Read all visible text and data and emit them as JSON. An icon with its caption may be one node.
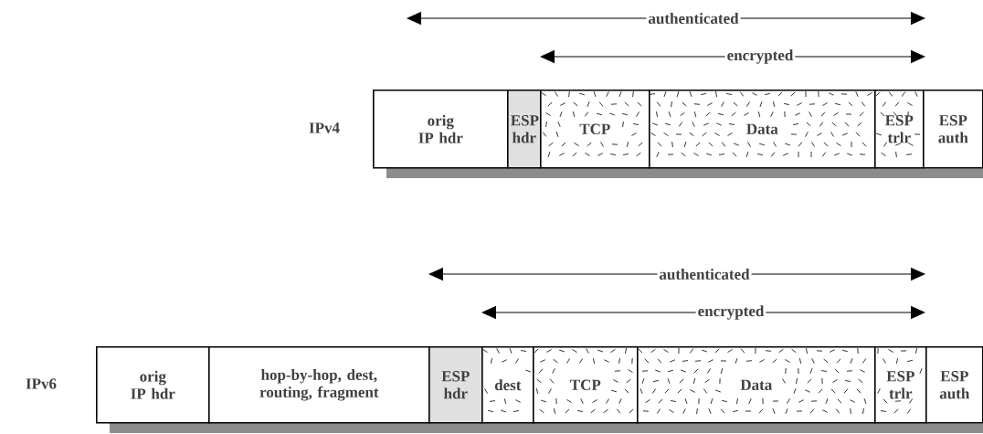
{
  "diagram": {
    "nodes": [
      {
        "text": [
          "orig IP hdr"
        ]
      },
      {
        "text": [
          "ESP hdr"
        ]
      },
      {
        "text": [
          "TCP"
        ]
      },
      {
        "text": [
          "Data"
        ]
      },
      {
        "text": [
          "ESP trlr"
        ]
      },
      {
        "text": [
          "ESP auth"
        ]
      },
      {
        "text": [
          "orig IP hdr"
        ]
      },
      {
        "text": [
          "hop-by-hop, dest, routing, fragment"
        ]
      },
      {
        "text": [
          "ESP hdr"
        ]
      },
      {
        "text": [
          "dest"
        ]
      },
      {
        "text": [
          "TCP"
        ]
      },
      {
        "text": [
          "Data"
        ]
      },
      {
        "text": [
          "ESP trlr"
        ]
      },
      {
        "text": [
          "ESP auth"
        ]
      }
    ],
    "labels": [
      "authenticated",
      "encrypted",
      "IPv4",
      "authenticated",
      "encrypted",
      "IPv6"
    ]
  }
}
